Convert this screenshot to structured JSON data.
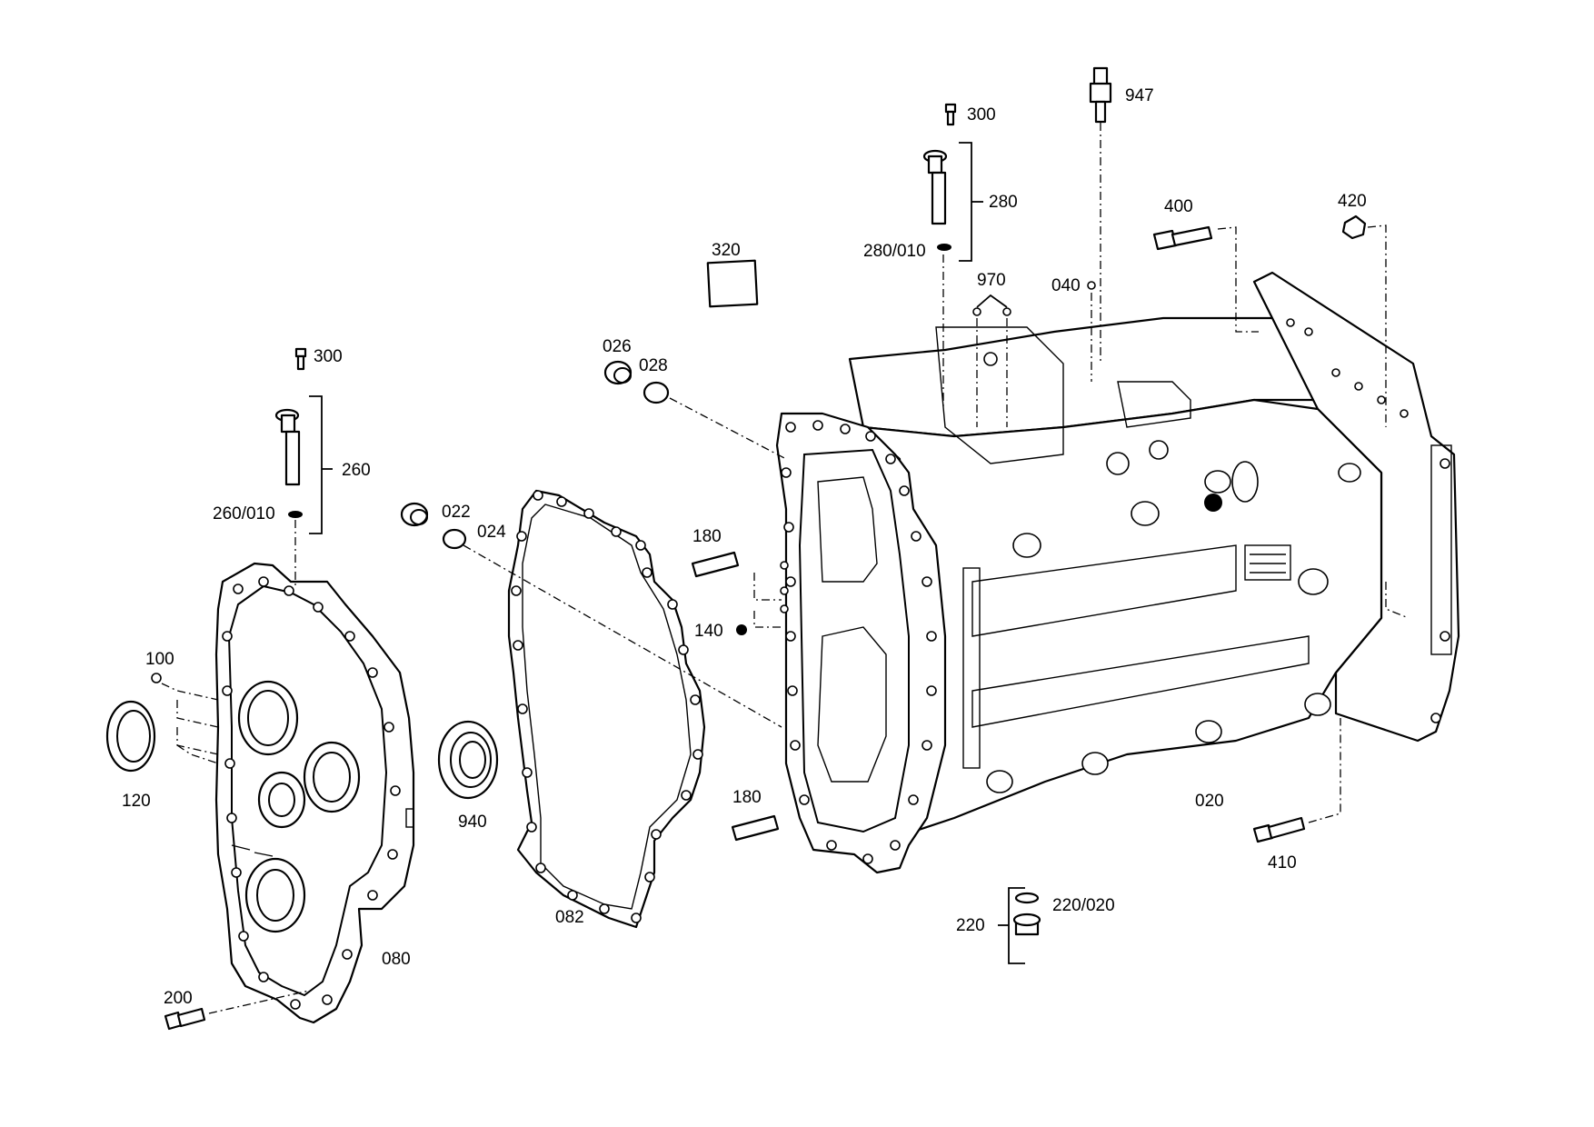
{
  "part_labels": {
    "p947": "947",
    "p300_top": "300",
    "p280": "280",
    "p280_010": "280/010",
    "p970": "970",
    "p040": "040",
    "p400": "400",
    "p420": "420",
    "p320": "320",
    "p026": "026",
    "p028": "028",
    "p300_left": "300",
    "p260": "260",
    "p260_010": "260/010",
    "p022": "022",
    "p024": "024",
    "p180_top": "180",
    "p140": "140",
    "p100": "100",
    "p120": "120",
    "p940": "940",
    "p180_bottom": "180",
    "p082": "082",
    "p080": "080",
    "p200": "200",
    "p020": "020",
    "p410": "410",
    "p220": "220",
    "p220_020": "220/020"
  }
}
